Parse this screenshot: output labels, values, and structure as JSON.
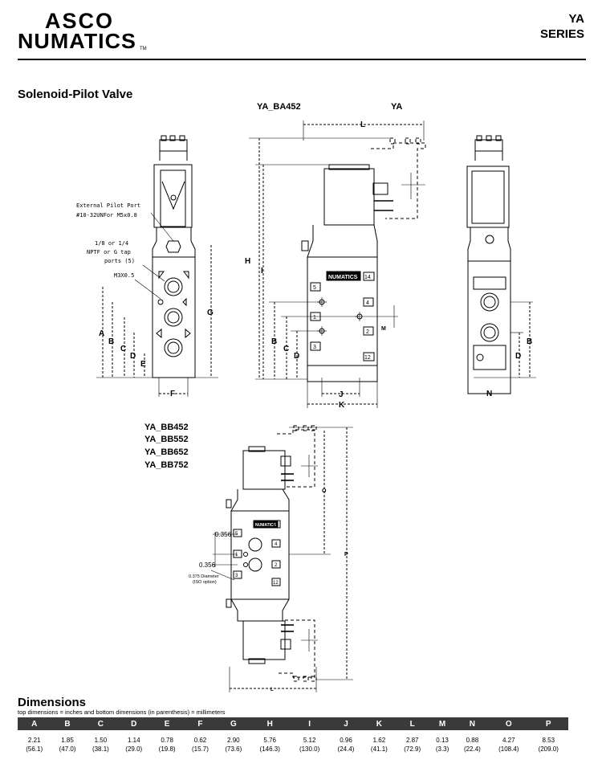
{
  "header": {
    "brand_line1": "ASCO",
    "brand_line2": "NUMATICS",
    "trademark": "TM",
    "series_code": "YA",
    "series_label": "SERIES"
  },
  "section": {
    "title": "Solenoid-Pilot Valve"
  },
  "views": {
    "top_model": "YA_BA452",
    "top_series": "YA",
    "bottom_models": [
      "YA_BB452",
      "YA_BB552",
      "YA_BB652",
      "YA_BB752"
    ],
    "callouts": {
      "pilot_port_1": "External Pilot Port",
      "pilot_port_2": "#10-32UNFor M5x0.8",
      "ports_1": "1/8 or 1/4",
      "ports_2": "NPTF or G tap",
      "ports_3": "ports (5)",
      "mount": "M3X0.5",
      "spacing_1": "0.356",
      "spacing_2": "0.356",
      "diameter_1": "0.375 Diameter",
      "diameter_2": "(ISO option)",
      "nameplate": "NUMATICS"
    },
    "port_numbers": [
      "14",
      "5",
      "4",
      "1",
      "2",
      "3",
      "12"
    ],
    "dimension_letters": [
      "A",
      "B",
      "C",
      "D",
      "E",
      "F",
      "G",
      "H",
      "I",
      "J",
      "K",
      "L",
      "M",
      "N",
      "O",
      "P"
    ]
  },
  "dimensions": {
    "title": "Dimensions",
    "note": "top dimensions = inches and bottom dimensions (in parenthesis) = millimeters",
    "columns": [
      "A",
      "B",
      "C",
      "D",
      "E",
      "F",
      "G",
      "H",
      "I",
      "J",
      "K",
      "L",
      "M",
      "N",
      "O",
      "P"
    ],
    "inches": [
      "2.21",
      "1.85",
      "1.50",
      "1.14",
      "0.78",
      "0.62",
      "2.90",
      "5.76",
      "5.12",
      "0.96",
      "1.62",
      "2.87",
      "0.13",
      "0.88",
      "4.27",
      "8.53"
    ],
    "millimeters": [
      "(56.1)",
      "(47.0)",
      "(38.1)",
      "(29.0)",
      "(19.8)",
      "(15.7)",
      "(73.6)",
      "(146.3)",
      "(130.0)",
      "(24.4)",
      "(41.1)",
      "(72.9)",
      "(3.3)",
      "(22.4)",
      "(108.4)",
      "(209.0)"
    ]
  }
}
